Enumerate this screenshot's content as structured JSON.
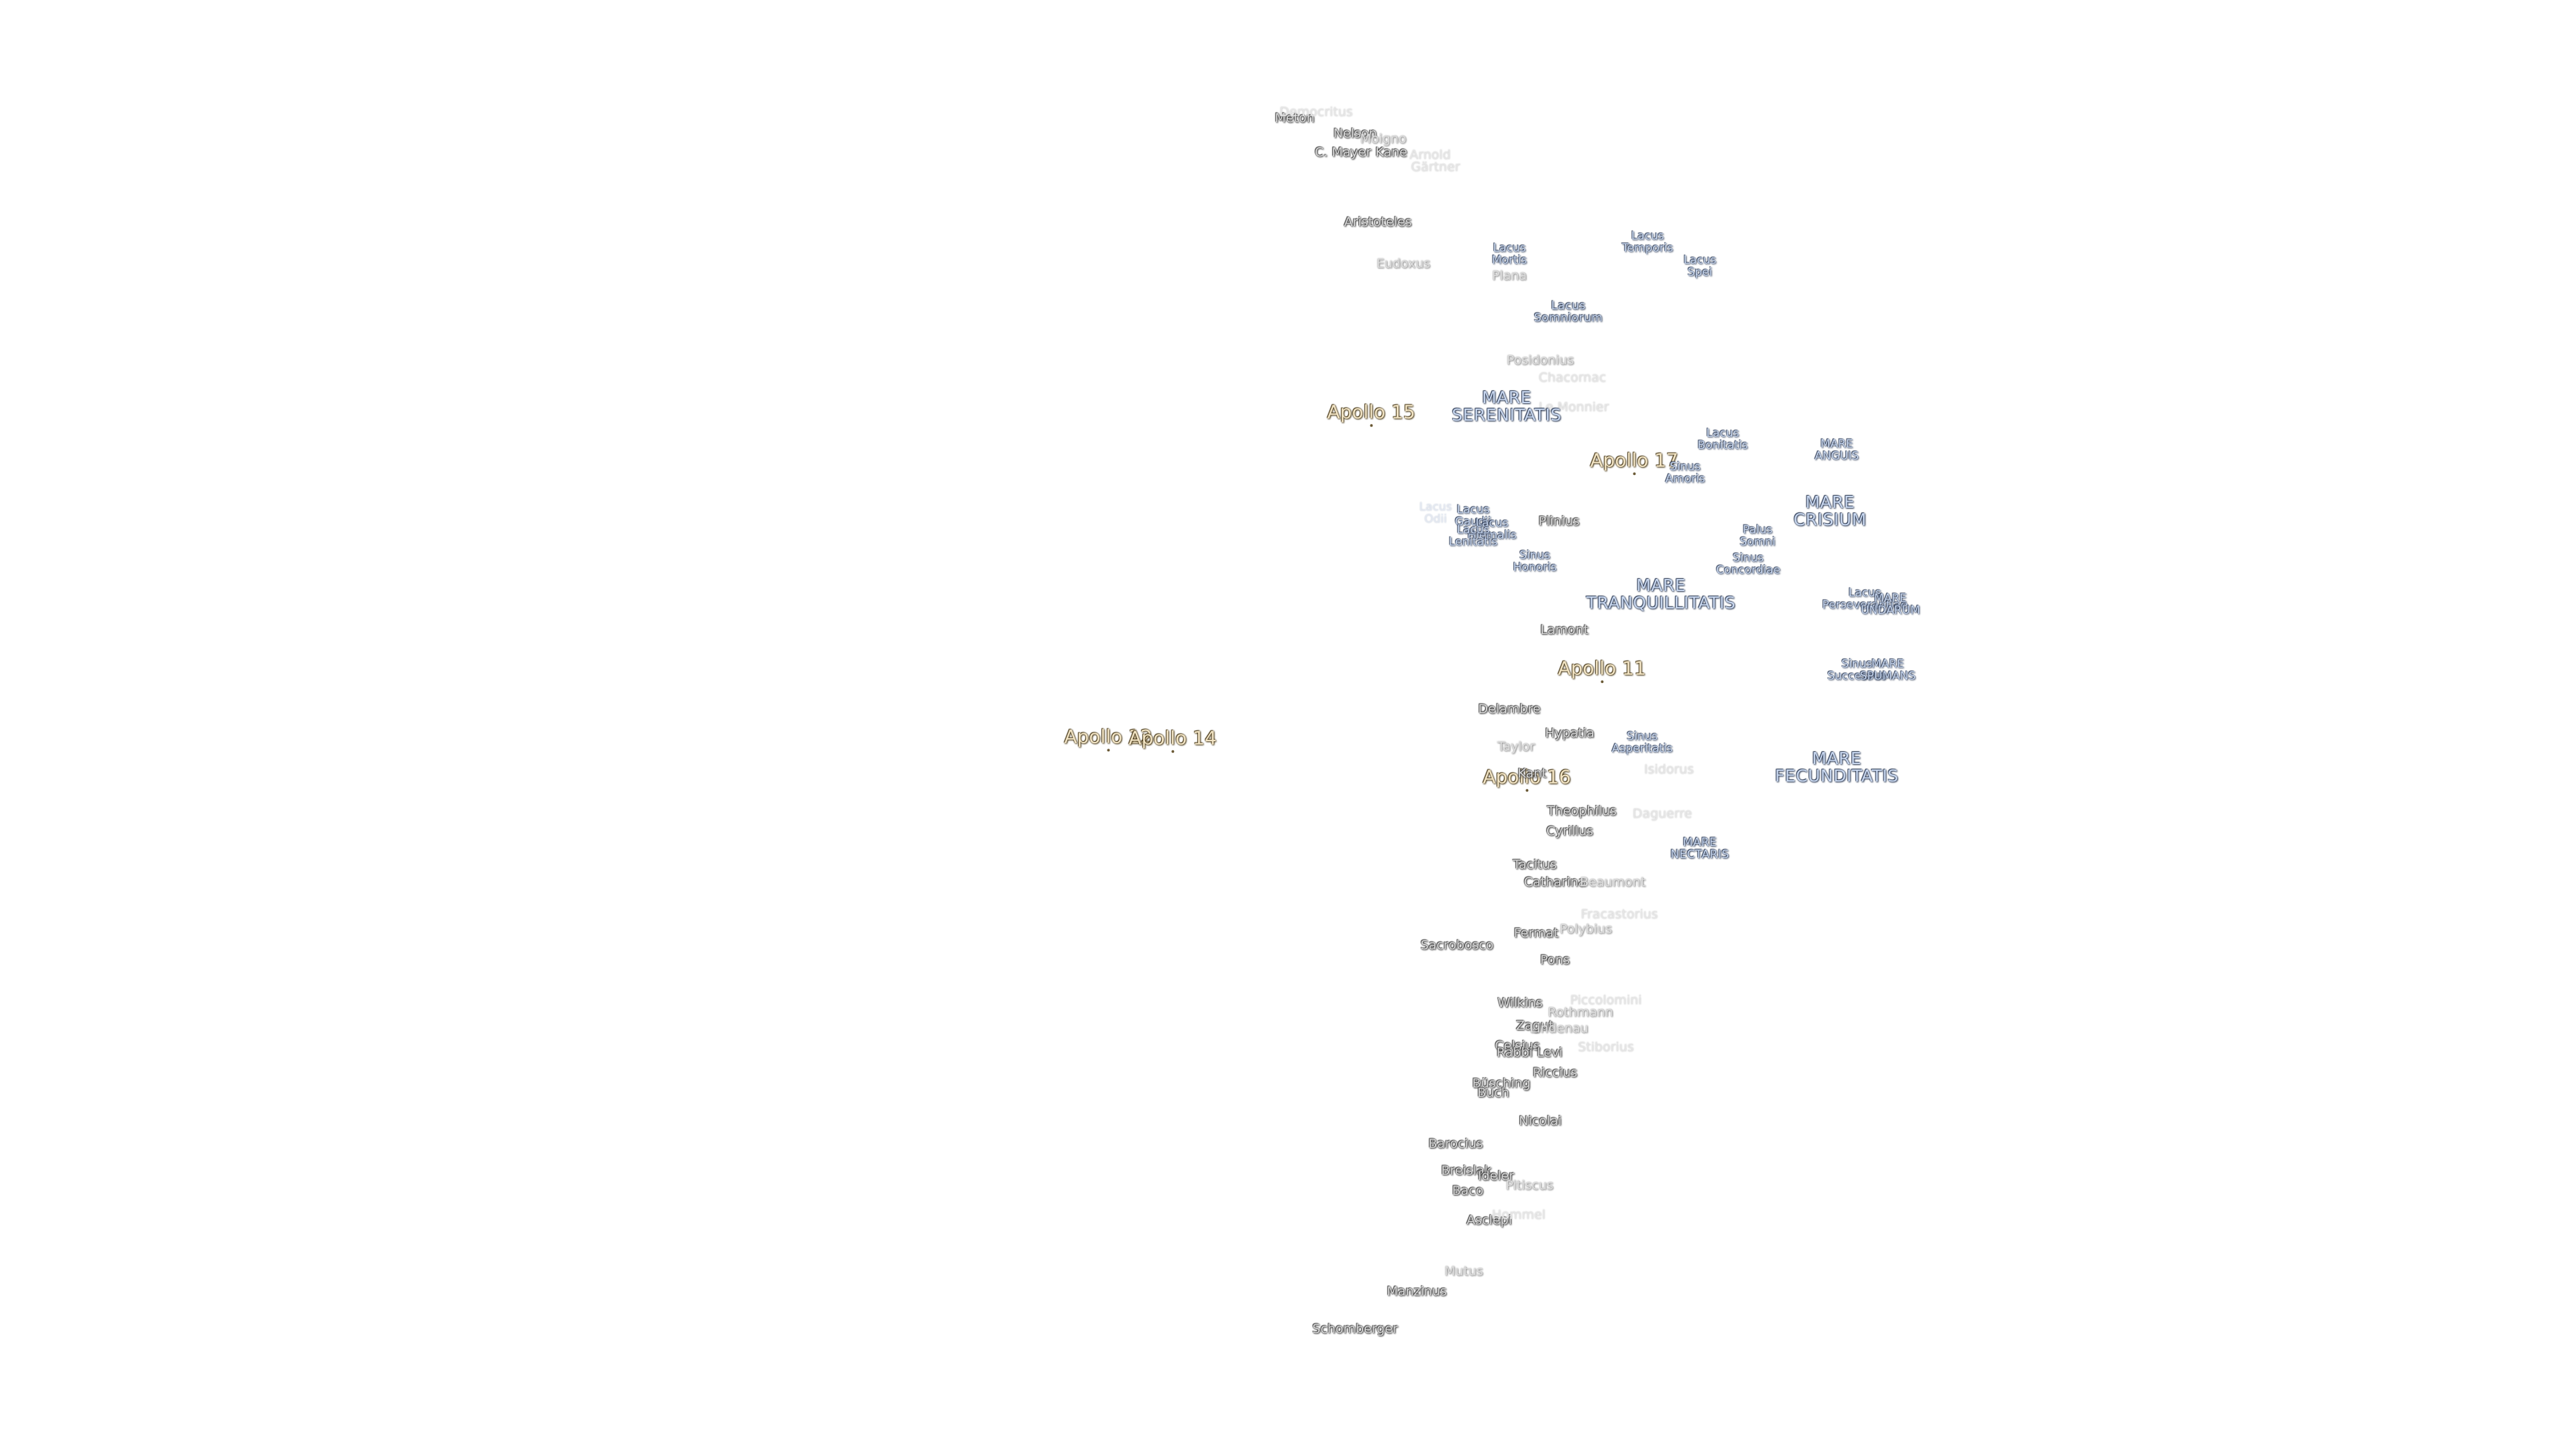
{
  "labels": [
    {
      "text": "Meton",
      "kind": "crater"
    },
    {
      "text": "Democritus",
      "kind": "crater-faint"
    },
    {
      "text": "Nelson",
      "kind": "crater"
    },
    {
      "text": "Moigno",
      "kind": "crater-mid"
    },
    {
      "text": "C. Mayer",
      "kind": "crater"
    },
    {
      "text": "Kane",
      "kind": "crater"
    },
    {
      "text": "Arnold",
      "kind": "crater-faint"
    },
    {
      "text": "Gärtner",
      "kind": "crater-faint"
    },
    {
      "text": "Aristoteles",
      "kind": "crater"
    },
    {
      "text": "Eudoxus",
      "kind": "crater-mid"
    },
    {
      "text": "Lacus\nMortis",
      "kind": "lake"
    },
    {
      "text": "Plana",
      "kind": "crater-mid"
    },
    {
      "text": "Lacus\nTemporis",
      "kind": "lake"
    },
    {
      "text": "Lacus\nSpei",
      "kind": "lake"
    },
    {
      "text": "Lacus\nSomniorum",
      "kind": "sea-small"
    },
    {
      "text": "Posidonius",
      "kind": "crater-mid"
    },
    {
      "text": "Chacornac",
      "kind": "crater-faint"
    },
    {
      "text": "Le Monnier",
      "kind": "crater-faint"
    },
    {
      "text": "MARE\nSERENITATIS",
      "kind": "sea"
    },
    {
      "text": "Apollo 15",
      "kind": "apollo"
    },
    {
      "text": "Apollo 17",
      "kind": "apollo"
    },
    {
      "text": "Lacus\nBonitatis",
      "kind": "lake"
    },
    {
      "text": "MARE\nANGUIS",
      "kind": "lake"
    },
    {
      "text": "Sinus\nAmoris",
      "kind": "lake"
    },
    {
      "text": "MARE\nCRISIUM",
      "kind": "sea"
    },
    {
      "text": "Lacus\nOdii",
      "kind": "lake-faint"
    },
    {
      "text": "Lacus\nGaudii",
      "kind": "lake"
    },
    {
      "text": "Lacus\nHiemalis",
      "kind": "lake"
    },
    {
      "text": "Lacus\nLenitatis",
      "kind": "lake"
    },
    {
      "text": "Plinius",
      "kind": "crater"
    },
    {
      "text": "Palus\nSomni",
      "kind": "lake"
    },
    {
      "text": "Sinus\nHonoris",
      "kind": "lake"
    },
    {
      "text": "Sinus\nConcordiae",
      "kind": "lake"
    },
    {
      "text": "MARE\nTRANQUILLITATIS",
      "kind": "sea"
    },
    {
      "text": "Lacus\nPerseverantiae",
      "kind": "lake"
    },
    {
      "text": "MARE\nUNDARUM",
      "kind": "lake"
    },
    {
      "text": "Lamont",
      "kind": "crater"
    },
    {
      "text": "Apollo 11",
      "kind": "apollo"
    },
    {
      "text": "Sinus\nSuccessus",
      "kind": "lake"
    },
    {
      "text": "MARE\nSPUMANS",
      "kind": "lake"
    },
    {
      "text": "Delambre",
      "kind": "crater"
    },
    {
      "text": "Apollo 12",
      "kind": "apollo"
    },
    {
      "text": "Apollo 14",
      "kind": "apollo"
    },
    {
      "text": "Hypatia",
      "kind": "crater"
    },
    {
      "text": "Sinus\nAsperitatis",
      "kind": "lake"
    },
    {
      "text": "Taylor",
      "kind": "crater-mid"
    },
    {
      "text": "Apollo 16",
      "kind": "apollo"
    },
    {
      "text": "Kant",
      "kind": "crater"
    },
    {
      "text": "Isidorus",
      "kind": "crater-faint"
    },
    {
      "text": "MARE\nFECUNDITATIS",
      "kind": "sea"
    },
    {
      "text": "Theophilus",
      "kind": "crater"
    },
    {
      "text": "Daguerre",
      "kind": "crater-faint"
    },
    {
      "text": "Cyrillus",
      "kind": "crater"
    },
    {
      "text": "MARE\nNECTARIS",
      "kind": "sea-small"
    },
    {
      "text": "Tacitus",
      "kind": "crater"
    },
    {
      "text": "Catharina",
      "kind": "crater"
    },
    {
      "text": "Beaumont",
      "kind": "crater-mid"
    },
    {
      "text": "Fracastorius",
      "kind": "crater-faint"
    },
    {
      "text": "Fermat",
      "kind": "crater"
    },
    {
      "text": "Polybius",
      "kind": "crater-mid"
    },
    {
      "text": "Sacrobosco",
      "kind": "crater"
    },
    {
      "text": "Pons",
      "kind": "crater"
    },
    {
      "text": "Wilkins",
      "kind": "crater"
    },
    {
      "text": "Piccolomini",
      "kind": "crater-faint"
    },
    {
      "text": "Rothmann",
      "kind": "crater-mid"
    },
    {
      "text": "Zagut",
      "kind": "crater"
    },
    {
      "text": "Lindenau",
      "kind": "crater-mid"
    },
    {
      "text": "Celsius",
      "kind": "crater"
    },
    {
      "text": "Rabbi Levi",
      "kind": "crater"
    },
    {
      "text": "Stiborius",
      "kind": "crater-faint"
    },
    {
      "text": "Riccius",
      "kind": "crater"
    },
    {
      "text": "Büsching",
      "kind": "crater"
    },
    {
      "text": "Buch",
      "kind": "crater"
    },
    {
      "text": "Nicolai",
      "kind": "crater"
    },
    {
      "text": "Barocius",
      "kind": "crater"
    },
    {
      "text": "Breislak",
      "kind": "crater"
    },
    {
      "text": "Baco",
      "kind": "crater"
    },
    {
      "text": "Ideler",
      "kind": "crater"
    },
    {
      "text": "Pitiscus",
      "kind": "crater-mid"
    },
    {
      "text": "Asclepi",
      "kind": "crater"
    },
    {
      "text": "Hommel",
      "kind": "crater-faint"
    },
    {
      "text": "Mutus",
      "kind": "crater-mid"
    },
    {
      "text": "Manzinus",
      "kind": "crater"
    },
    {
      "text": "Schomberger",
      "kind": "crater"
    }
  ]
}
